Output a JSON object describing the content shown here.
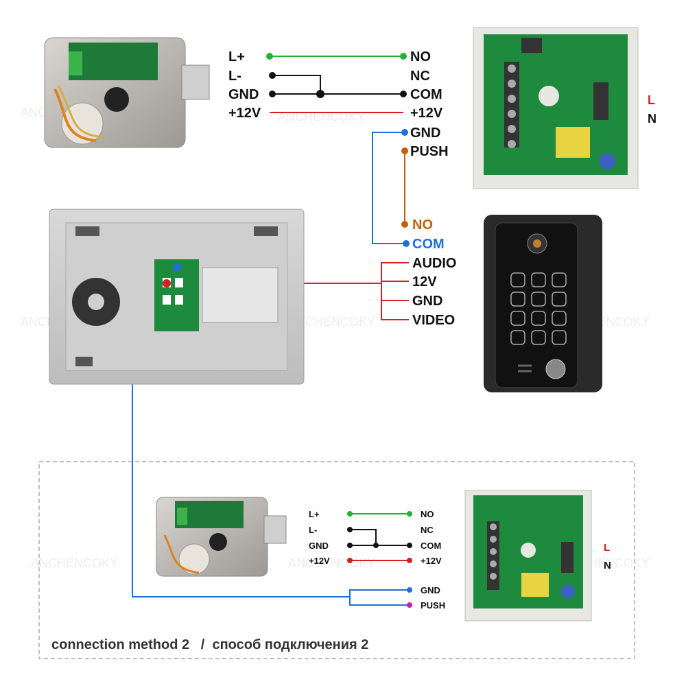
{
  "watermark": "ANCHENCOKY",
  "colors": {
    "green": "#22b33a",
    "black": "#111111",
    "red": "#d42020",
    "blue": "#1f6fd6",
    "orange": "#c0600f",
    "purple": "#c020c0",
    "mains_L": "#d42020"
  },
  "top": {
    "lock_labels": [
      "L+",
      "L-",
      "GND",
      "+12V"
    ],
    "psu_labels": [
      "NO",
      "NC",
      "COM",
      "+12V",
      "GND",
      "PUSH"
    ],
    "mains": {
      "L": "L",
      "N": "N"
    },
    "doorbell_labels": {
      "no": "NO",
      "com": "COM"
    },
    "monitor_labels": [
      "AUDIO",
      "12V",
      "GND",
      "VIDEO"
    ]
  },
  "bottom": {
    "lock_labels": [
      "L+",
      "L-",
      "GND",
      "+12V"
    ],
    "psu_labels": [
      "NO",
      "NC",
      "COM",
      "+12V",
      "GND",
      "PUSH"
    ],
    "mains": {
      "L": "L",
      "N": "N"
    },
    "caption": "connection method 2   /  способ подключения 2"
  },
  "devices": [
    "electric-lock",
    "power-supply-board",
    "indoor-monitor",
    "outdoor-doorbell-keypad"
  ]
}
